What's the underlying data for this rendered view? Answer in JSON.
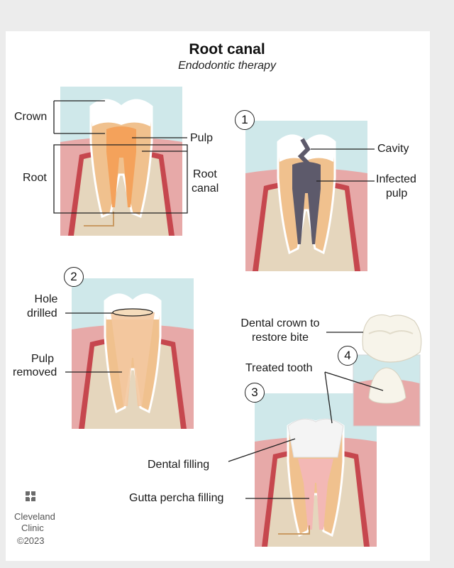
{
  "title": "Root canal",
  "subtitle": "Endodontic therapy",
  "labels": {
    "crown": "Crown",
    "root": "Root",
    "pulp": "Pulp",
    "root_canal_1": "Root",
    "root_canal_2": "canal",
    "cavity": "Cavity",
    "infected_1": "Infected",
    "infected_2": "pulp",
    "hole_1": "Hole",
    "hole_2": "drilled",
    "removed_1": "Pulp",
    "removed_2": "removed",
    "crown_restore_1": "Dental crown to",
    "crown_restore_2": "restore bite",
    "treated": "Treated tooth",
    "dental_filling": "Dental filling",
    "gutta": "Gutta percha filling"
  },
  "steps": [
    "1",
    "2",
    "3",
    "4"
  ],
  "logo": {
    "line1": "Cleveland",
    "line2": "Clinic",
    "copyright": "©2023"
  },
  "colors": {
    "sky": "#cfe8ea",
    "gum": "#e7a9a8",
    "gum_dark": "#c6474e",
    "bone": "#e5d6bd",
    "dentin": "#f0c18e",
    "pulp": "#f4a25b",
    "enamel": "#ffffff",
    "infected": "#5d5a6b",
    "filling_pink": "#f3b8b5"
  }
}
